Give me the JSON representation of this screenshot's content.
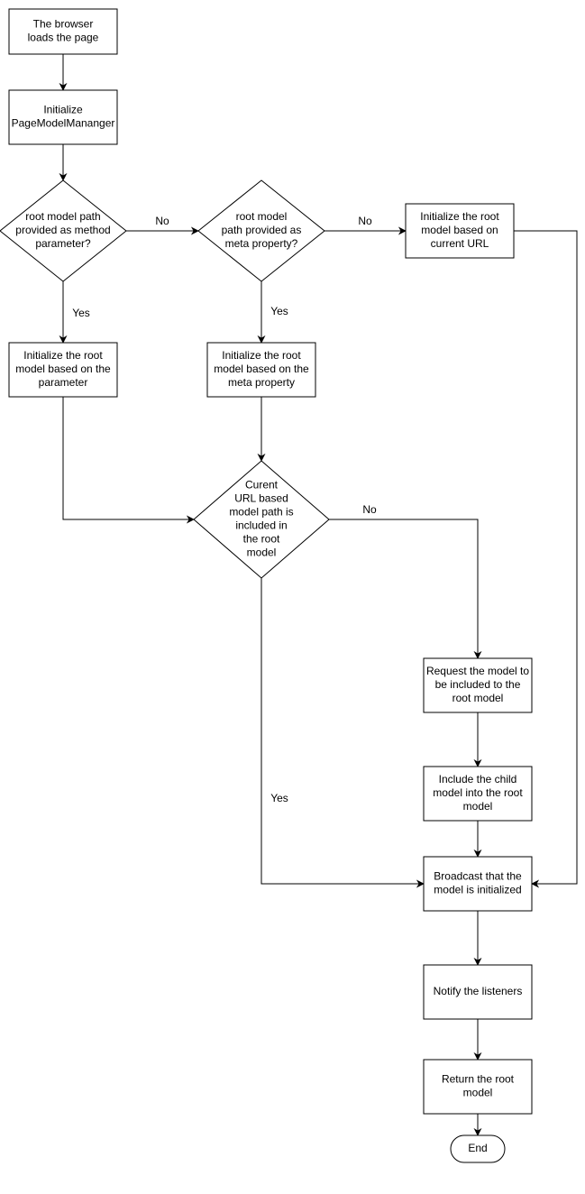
{
  "nodes": {
    "browser_loads": {
      "text": [
        "The browser",
        "loads the page"
      ]
    },
    "init_manager": {
      "text": [
        "Initialize",
        "PageModelMananger"
      ]
    },
    "decision_method_param": {
      "text": [
        "root model path",
        "provided as method",
        "parameter?"
      ]
    },
    "decision_meta_prop": {
      "text": [
        "root model",
        "path provided as",
        "meta property?"
      ]
    },
    "init_current_url": {
      "text": [
        "Initialize the root",
        "model based on",
        "current URL"
      ]
    },
    "init_parameter": {
      "text": [
        "Initialize the root",
        "model based on the",
        "parameter"
      ]
    },
    "init_meta": {
      "text": [
        "Initialize the root",
        "model based on the",
        "meta property"
      ]
    },
    "decision_url_included": {
      "text": [
        "Curent",
        "URL based",
        "model path is",
        "included in",
        "the root",
        "model"
      ]
    },
    "request_model": {
      "text": [
        "Request the model to",
        "be included to the",
        "root model"
      ]
    },
    "include_child": {
      "text": [
        "Include the child",
        "model into the root",
        "model"
      ]
    },
    "broadcast": {
      "text": [
        "Broadcast that the",
        "model is initialized"
      ]
    },
    "notify": {
      "text": [
        "Notify the listeners"
      ]
    },
    "return_root": {
      "text": [
        "Return the root",
        "model"
      ]
    },
    "end": {
      "text": [
        "End"
      ]
    }
  },
  "edges": [
    {
      "from": "browser_loads",
      "to": "init_manager",
      "label": ""
    },
    {
      "from": "init_manager",
      "to": "decision_method_param",
      "label": ""
    },
    {
      "from": "decision_method_param",
      "to": "decision_meta_prop",
      "label": "No"
    },
    {
      "from": "decision_method_param",
      "to": "init_parameter",
      "label": "Yes"
    },
    {
      "from": "decision_meta_prop",
      "to": "init_current_url",
      "label": "No"
    },
    {
      "from": "decision_meta_prop",
      "to": "init_meta",
      "label": "Yes"
    },
    {
      "from": "init_current_url",
      "to": "broadcast",
      "label": ""
    },
    {
      "from": "init_parameter",
      "to": "decision_url_included",
      "label": ""
    },
    {
      "from": "init_meta",
      "to": "decision_url_included",
      "label": ""
    },
    {
      "from": "decision_url_included",
      "to": "request_model",
      "label": "No"
    },
    {
      "from": "decision_url_included",
      "to": "broadcast",
      "label": "Yes"
    },
    {
      "from": "request_model",
      "to": "include_child",
      "label": ""
    },
    {
      "from": "include_child",
      "to": "broadcast",
      "label": ""
    },
    {
      "from": "broadcast",
      "to": "notify",
      "label": ""
    },
    {
      "from": "notify",
      "to": "return_root",
      "label": ""
    },
    {
      "from": "return_root",
      "to": "end",
      "label": ""
    }
  ]
}
